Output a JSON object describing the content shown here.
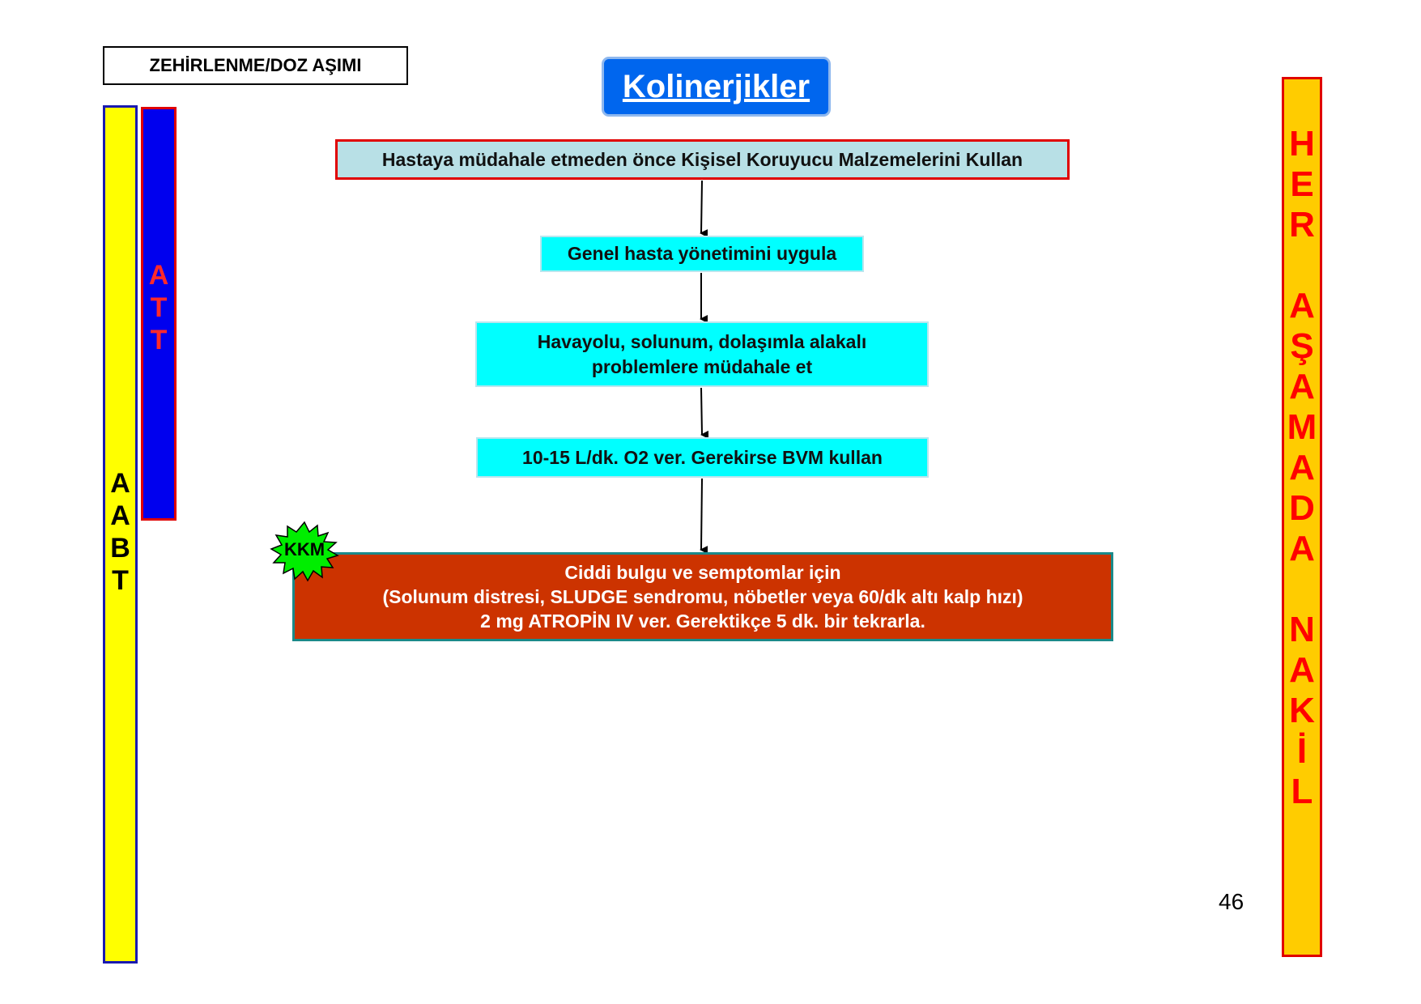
{
  "header": {
    "section_label": "ZEHİRLENME/DOZ AŞIMI",
    "title": "Kolinerjikler"
  },
  "side_bars": {
    "abt": [
      "A",
      "A",
      "B",
      "T"
    ],
    "att": [
      "A",
      "T",
      "T"
    ],
    "her_asamada_nakil": [
      "H",
      "E",
      "R",
      "",
      "A",
      "Ş",
      "A",
      "M",
      "A",
      "D",
      "A",
      "",
      "N",
      "A",
      "K",
      "İ",
      "L"
    ]
  },
  "flow": {
    "step1": "Hastaya müdahale etmeden önce Kişisel Koruyucu Malzemelerini Kullan",
    "step2": "Genel hasta yönetimini uygula",
    "step3_line1": "Havayolu, solunum, dolaşımla alakalı",
    "step3_line2": "problemlere müdahale et",
    "step4": "10-15 L/dk. O2 ver. Gerekirse BVM kullan",
    "step5_line1": "Ciddi bulgu ve semptomlar için",
    "step5_line2": "(Solunum distresi, SLUDGE sendromu, nöbetler veya 60/dk altı kalp hızı)",
    "step5_line3": "2 mg  ATROPİN IV ver. Gerektikçe 5 dk. bir tekrarla."
  },
  "badge": {
    "label": "KKM"
  },
  "page_number": "46",
  "colors": {
    "title_bg": "#0066ee",
    "cyan_box": "#00ffff",
    "step1_bg": "#b8e0e6",
    "atropine_box": "#cc3300",
    "badge_green": "#00ee00",
    "abt_yellow": "#ffff00",
    "att_blue": "#0000ee",
    "nakil_orange": "#ffcc00",
    "red_text": "#ff0000"
  }
}
